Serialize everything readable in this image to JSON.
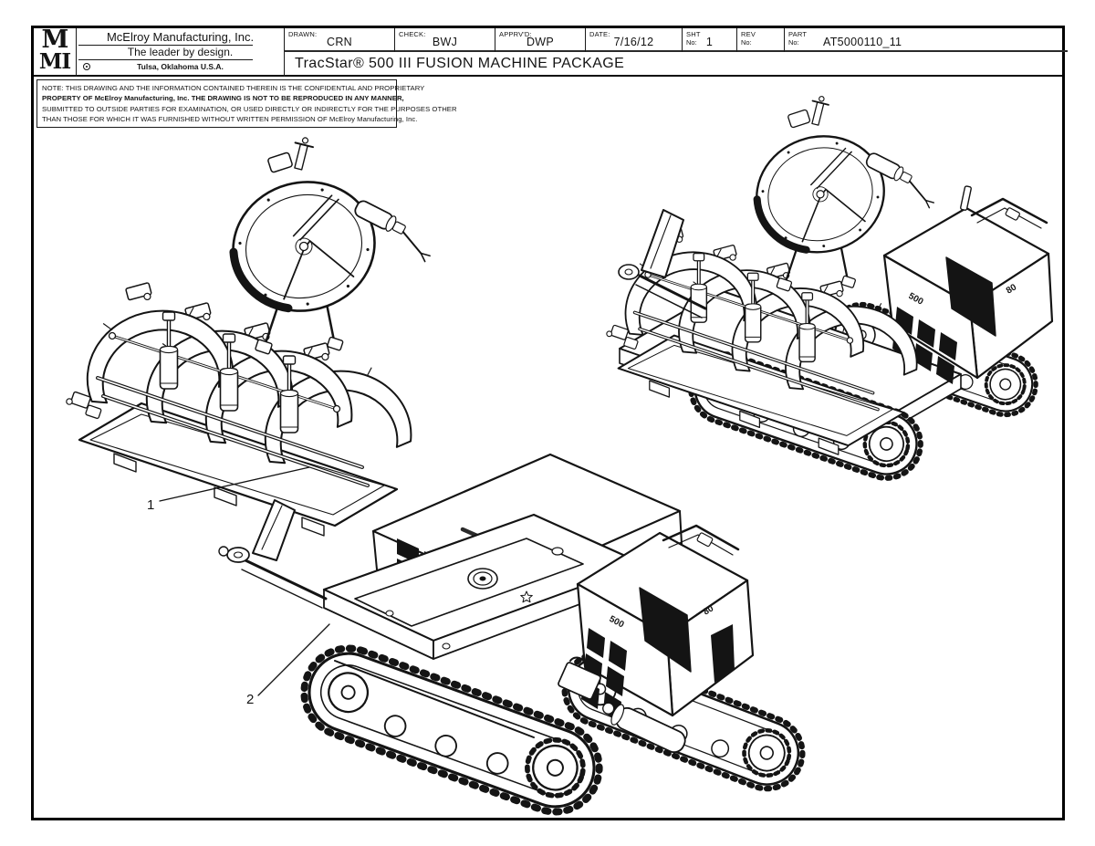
{
  "sheet": {
    "logo_top": "M",
    "logo_bottom": "MI",
    "company_name": "McElroy Manufacturing, Inc.",
    "company_tagline": "The leader by design.",
    "company_location": "Tulsa, Oklahoma U.S.A.",
    "fields": [
      {
        "label": "DRAWN:",
        "sub": "",
        "value": "CRN"
      },
      {
        "label": "CHECK:",
        "sub": "",
        "value": "BWJ"
      },
      {
        "label": "APPRV'D:",
        "sub": "",
        "value": "DWP"
      },
      {
        "label": "DATE:",
        "sub": "",
        "value": "7/16/12"
      },
      {
        "label": "SHT",
        "sub": "No:",
        "value": "1"
      },
      {
        "label": "REV",
        "sub": "No:",
        "value": ""
      },
      {
        "label": "PART",
        "sub": "No:",
        "value": "AT5000110_11"
      }
    ],
    "drawing_title": "TracStar® 500 III FUSION MACHINE PACKAGE",
    "note_lines": [
      "NOTE: THIS DRAWING AND THE INFORMATION CONTAINED THEREIN IS THE CONFIDENTIAL AND PROPRIETARY",
      "PROPERTY OF McElroy Manufacturing, Inc. THE DRAWING IS NOT TO BE REPRODUCED IN ANY MANNER,",
      "SUBMITTED TO OUTSIDE PARTIES FOR EXAMINATION, OR USED DIRECTLY OR INDIRECTLY FOR THE PURPOSES OTHER",
      "THAN THOSE FOR WHICH IT WAS FURNISHED WITHOUT WRITTEN PERMISSION OF McElroy Manufacturing, Inc."
    ],
    "callouts": [
      {
        "number": "1"
      },
      {
        "number": "2"
      }
    ],
    "decals": {
      "model": "500",
      "dial": "80"
    },
    "colors": {
      "ink": "#141414",
      "paper": "#ffffff"
    }
  }
}
